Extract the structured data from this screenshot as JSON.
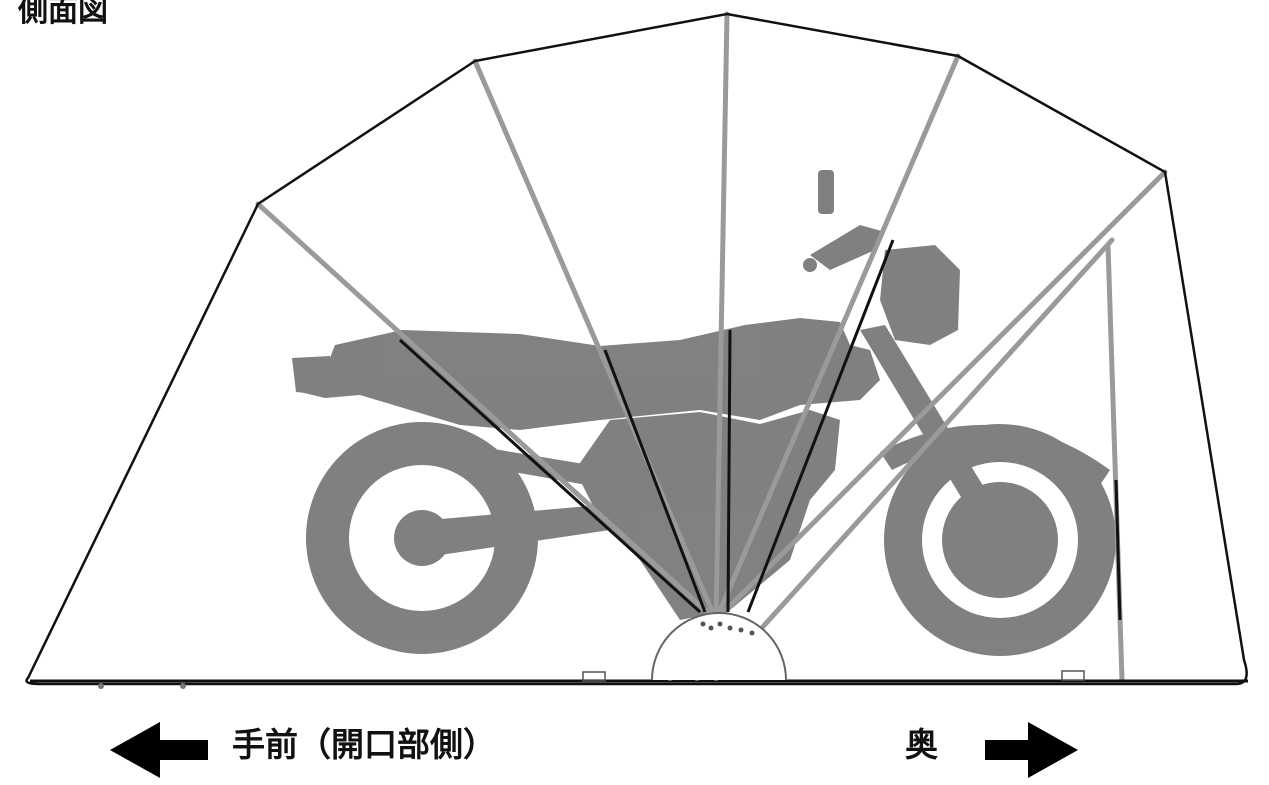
{
  "header": {
    "partial_label": "側面図"
  },
  "labels": {
    "front": "手前（開口部側）",
    "back": "奥"
  },
  "icons": {
    "front_arrow": "arrow-left-icon",
    "back_arrow": "arrow-right-icon"
  },
  "colors": {
    "outline": "#111111",
    "silhouette": "#7a7a7a",
    "frame": "#9a9a9a",
    "background": "#ffffff"
  }
}
